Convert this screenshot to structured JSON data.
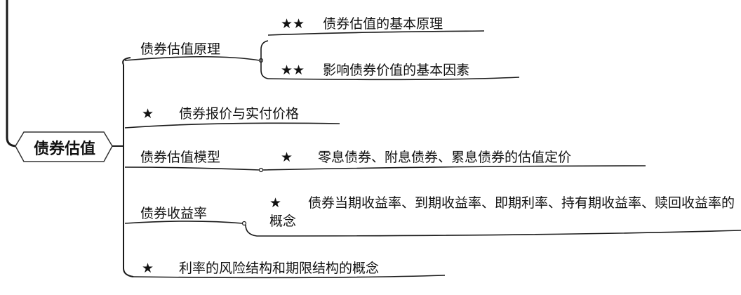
{
  "root": {
    "label": "债券估值"
  },
  "branches": [
    {
      "id": "principle",
      "label": "债券估值原理",
      "children": [
        {
          "stars": "★★",
          "label": "债券估值的基本原理"
        },
        {
          "stars": "★★",
          "label": "影响债券价值的基本因素"
        }
      ]
    },
    {
      "id": "quote",
      "stars": "★",
      "label": "债券报价与实付价格"
    },
    {
      "id": "model",
      "label": "债券估值模型",
      "children": [
        {
          "stars": "★",
          "label": "零息债券、附息债券、累息债券的估值定价"
        }
      ]
    },
    {
      "id": "yield",
      "label": "债券收益率",
      "children": [
        {
          "stars": "★",
          "label": "债券当期收益率、到期收益率、即期利率、持有期收益率、赎回收益率的概念"
        }
      ]
    },
    {
      "id": "structure",
      "stars": "★",
      "label": "利率的风险结构和期限结构的概念"
    }
  ],
  "colors": {
    "line": "#1a1a1a",
    "root_fill": "#ffffff",
    "root_stroke": "#333333",
    "text": "#111111"
  }
}
